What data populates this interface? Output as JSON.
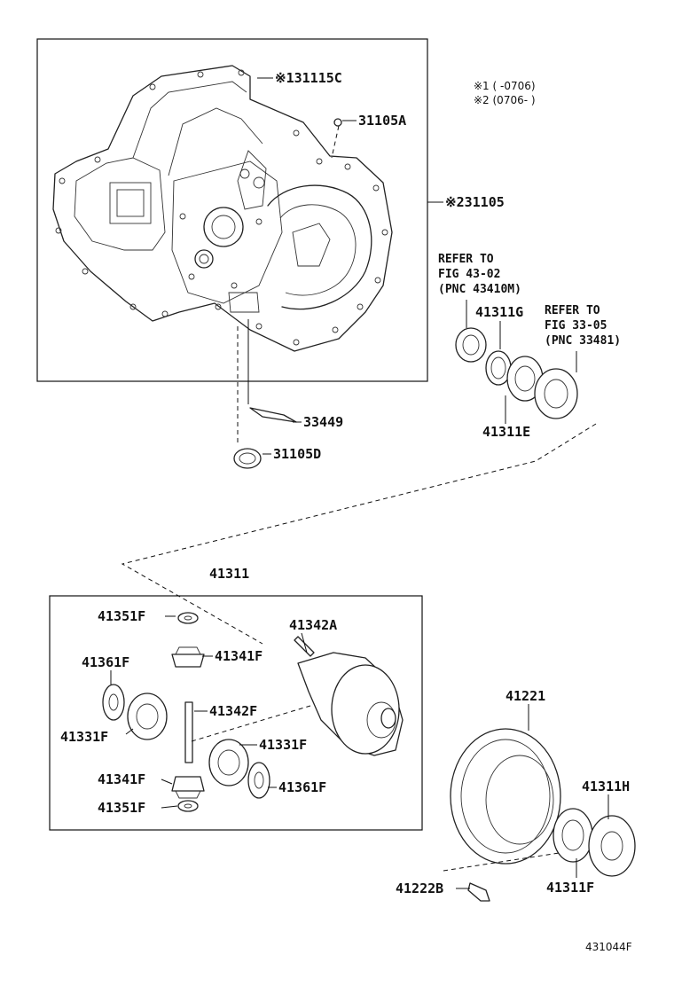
{
  "notes": {
    "note1": "※1 (     -0706)",
    "note2": "※2 (0706-     )"
  },
  "refs": {
    "ref1_line1": "REFER TO",
    "ref1_line2": "FIG 43-02",
    "ref1_line3": "(PNC 43410M)",
    "ref2_line1": "REFER TO",
    "ref2_line2": "FIG 33-05",
    "ref2_line3": "(PNC 33481)"
  },
  "parts": {
    "p31115C": "※131115C",
    "p31105A": "31105A",
    "p31105": "※231105",
    "p33449": "33449",
    "p31105D": "31105D",
    "p41311G": "41311G",
    "p41311E": "41311E",
    "p41311": "41311",
    "p41351F_top": "41351F",
    "p41342A": "41342A",
    "p41341F_top": "41341F",
    "p41361F_left": "41361F",
    "p41342F": "41342F",
    "p41331F_left": "41331F",
    "p41331F_right": "41331F",
    "p41341F_bottom": "41341F",
    "p41361F_right": "41361F",
    "p41351F_bottom": "41351F",
    "p41221": "41221",
    "p41311H": "41311H",
    "p41222B": "41222B",
    "p41311F": "41311F"
  },
  "figure_id": "431044F"
}
